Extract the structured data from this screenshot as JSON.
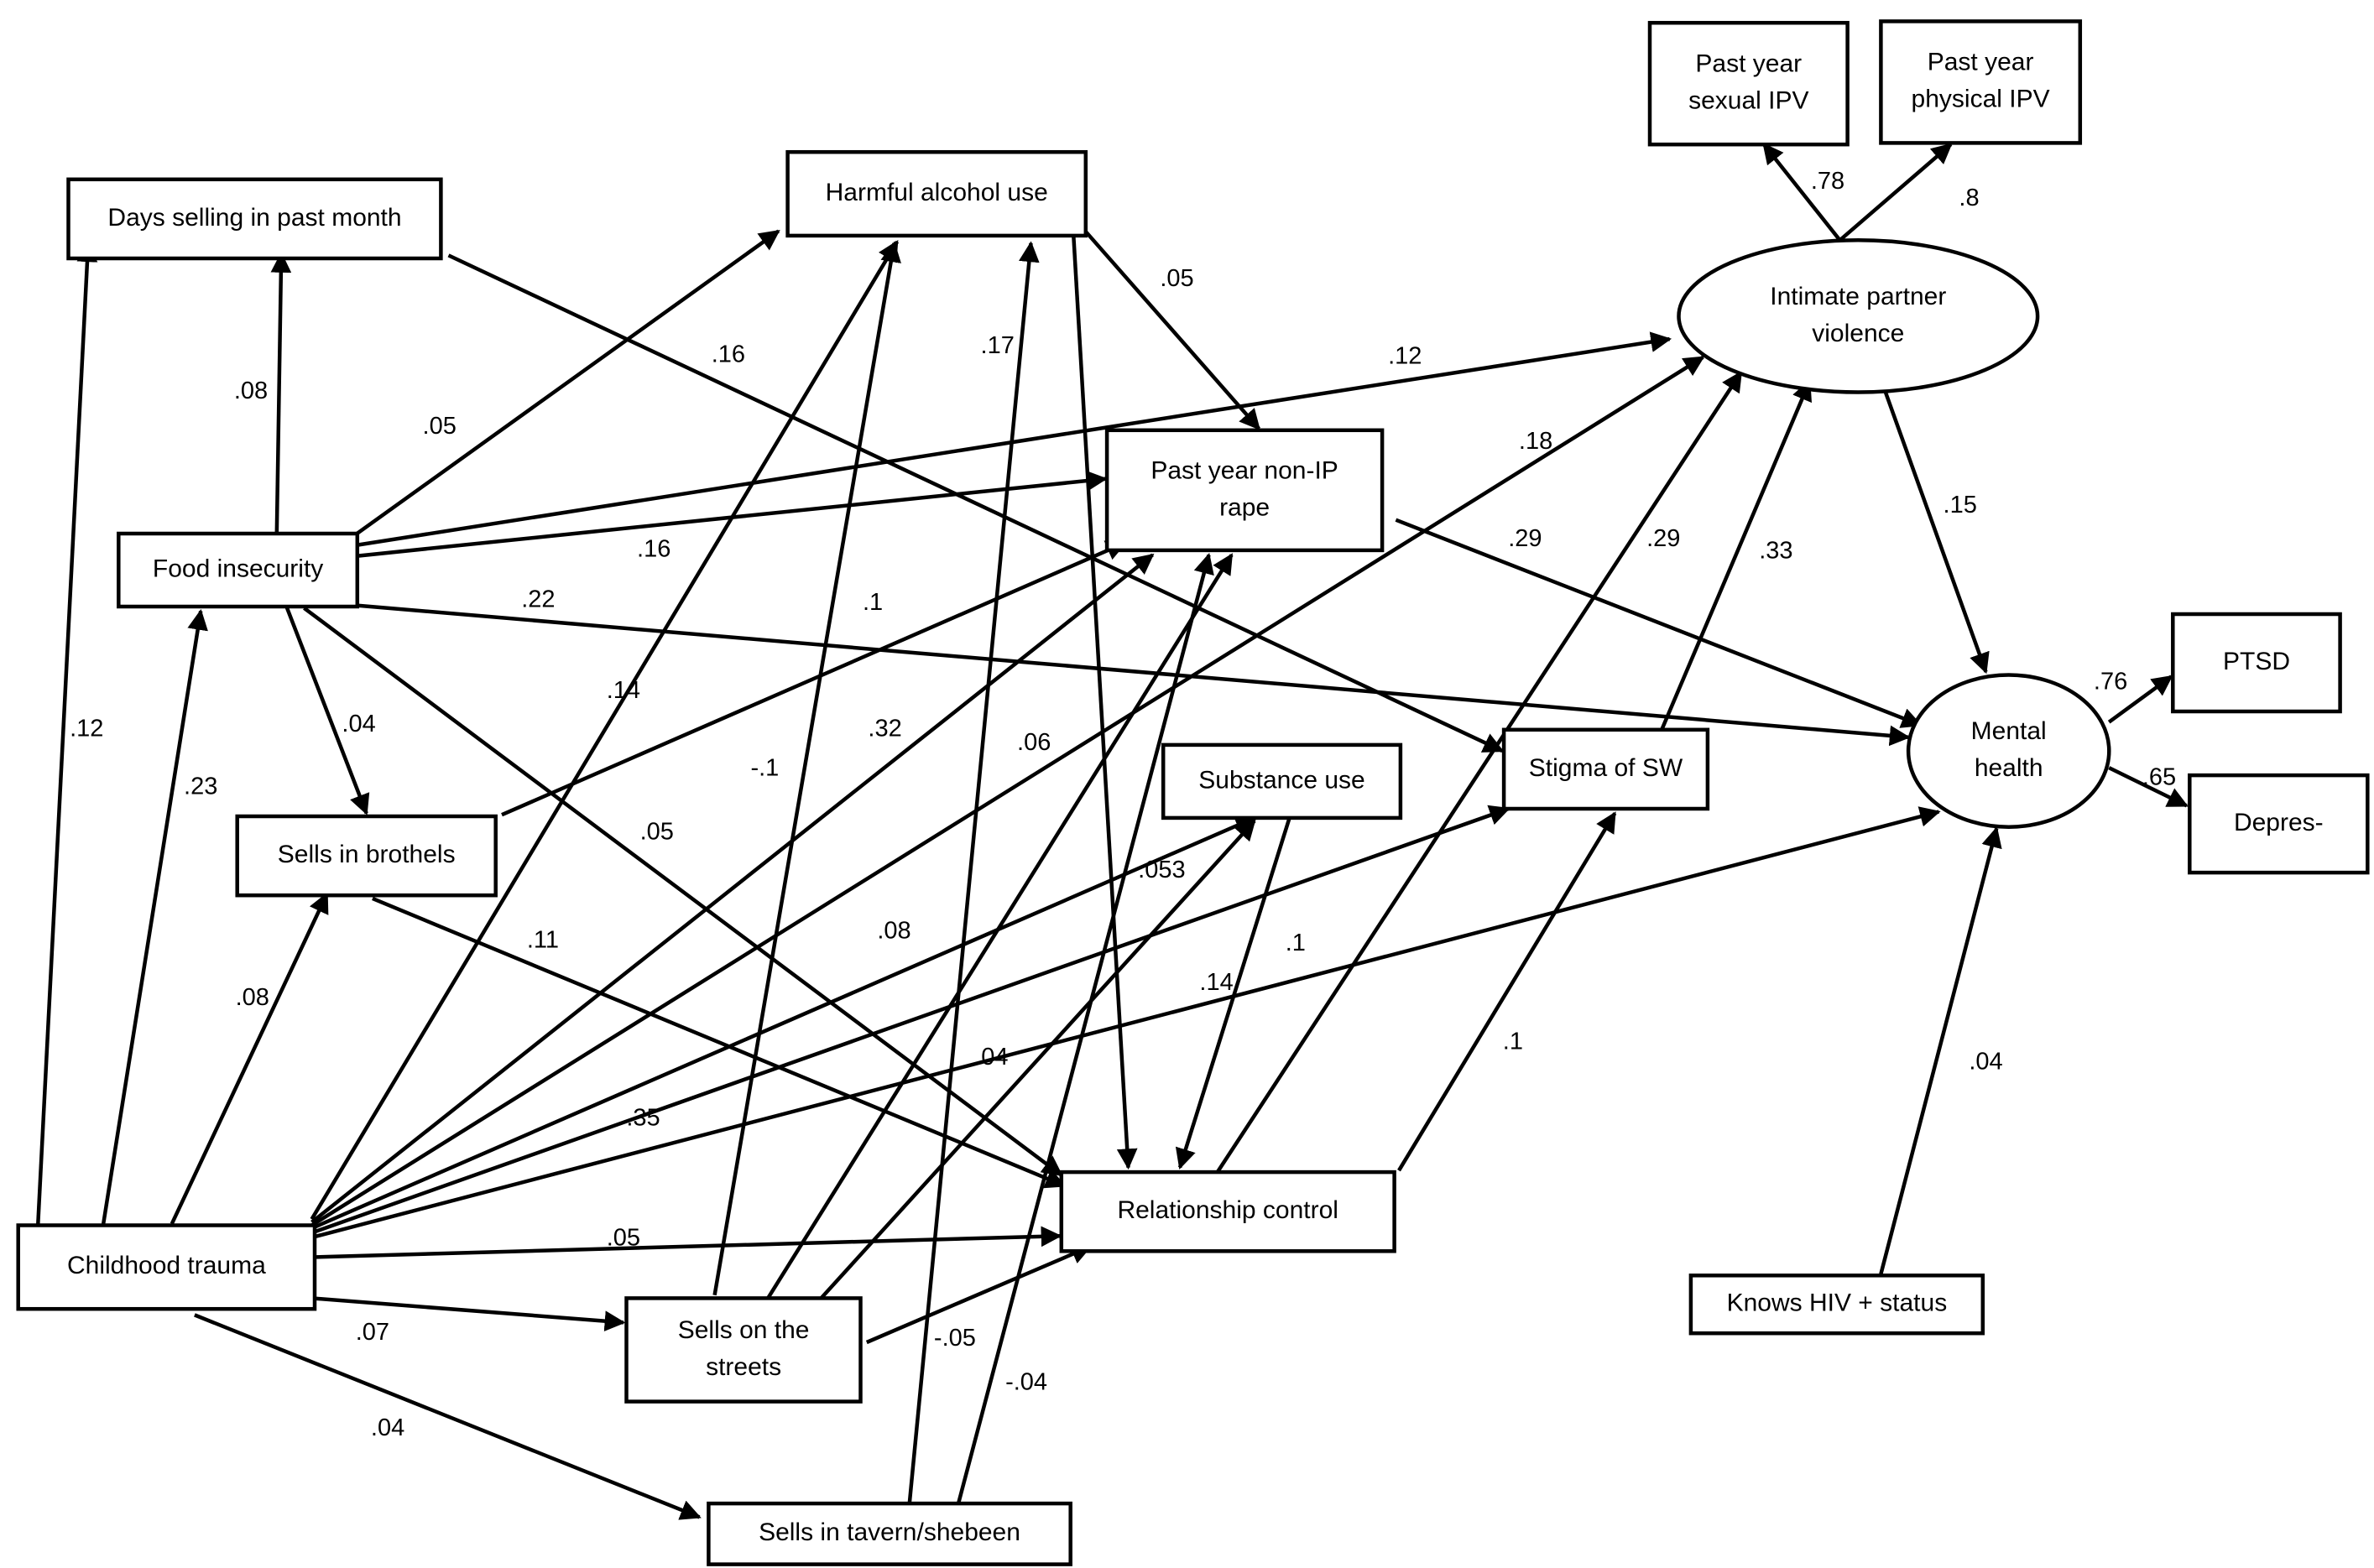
{
  "nodes": [
    {
      "id": "days",
      "shape": "box",
      "lines": [
        "Days selling in past month"
      ]
    },
    {
      "id": "alcohol",
      "shape": "box",
      "lines": [
        "Harmful alcohol use"
      ]
    },
    {
      "id": "sexual_ipv",
      "shape": "box",
      "lines": [
        "Past year",
        "sexual IPV"
      ]
    },
    {
      "id": "physical_ipv",
      "shape": "box",
      "lines": [
        "Past year",
        "physical IPV"
      ]
    },
    {
      "id": "ipv",
      "shape": "ellipse",
      "lines": [
        "Intimate partner",
        "violence"
      ]
    },
    {
      "id": "rape",
      "shape": "box",
      "lines": [
        "Past year non-IP",
        "rape"
      ]
    },
    {
      "id": "food",
      "shape": "box",
      "lines": [
        "Food insecurity"
      ]
    },
    {
      "id": "brothels",
      "shape": "box",
      "lines": [
        "Sells in brothels"
      ]
    },
    {
      "id": "substance",
      "shape": "box",
      "lines": [
        "Substance use"
      ]
    },
    {
      "id": "stigma",
      "shape": "box",
      "lines": [
        "Stigma of SW"
      ]
    },
    {
      "id": "mental",
      "shape": "ellipse",
      "lines": [
        "Mental",
        "health"
      ]
    },
    {
      "id": "ptsd",
      "shape": "box",
      "lines": [
        "PTSD"
      ]
    },
    {
      "id": "depres",
      "shape": "box",
      "lines": [
        "Depres-"
      ]
    },
    {
      "id": "control",
      "shape": "box",
      "lines": [
        "Relationship control"
      ]
    },
    {
      "id": "trauma",
      "shape": "box",
      "lines": [
        "Childhood trauma"
      ]
    },
    {
      "id": "streets",
      "shape": "box",
      "lines": [
        "Sells on the",
        "streets"
      ]
    },
    {
      "id": "tavern",
      "shape": "box",
      "lines": [
        "Sells in tavern/shebeen"
      ]
    },
    {
      "id": "hiv",
      "shape": "box",
      "lines": [
        "Knows HIV + status"
      ]
    }
  ],
  "edges": [
    {
      "from": "trauma",
      "to": "days",
      "label": ".12"
    },
    {
      "from": "trauma",
      "to": "food",
      "label": ".23"
    },
    {
      "from": "trauma",
      "to": "brothels",
      "label": ".08"
    },
    {
      "from": "trauma",
      "to": "alcohol",
      "label": ".14"
    },
    {
      "from": "trauma",
      "to": "rape",
      "label": ".32"
    },
    {
      "from": "trauma",
      "to": "ipv",
      "label": ".18"
    },
    {
      "from": "trauma",
      "to": "substance",
      "label": ".08"
    },
    {
      "from": "trauma",
      "to": "stigma",
      "label": ".14"
    },
    {
      "from": "trauma",
      "to": "mental",
      "label": ".35"
    },
    {
      "from": "trauma",
      "to": "control",
      "label": ".05"
    },
    {
      "from": "trauma",
      "to": "streets",
      "label": ".07"
    },
    {
      "from": "trauma",
      "to": "tavern",
      "label": ".04"
    },
    {
      "from": "food",
      "to": "days",
      "label": ".08"
    },
    {
      "from": "food",
      "to": "alcohol",
      "label": ".05"
    },
    {
      "from": "food",
      "to": "ipv",
      "label": ".12"
    },
    {
      "from": "food",
      "to": "rape",
      "label": ".16"
    },
    {
      "from": "food",
      "to": "mental",
      "label": ".22"
    },
    {
      "from": "food",
      "to": "brothels",
      "label": ".04"
    },
    {
      "from": "food",
      "to": "control",
      "label": ".05"
    },
    {
      "from": "days",
      "to": "stigma",
      "label": ".16"
    },
    {
      "from": "brothels",
      "to": "rape",
      "label": ".1"
    },
    {
      "from": "brothels",
      "to": "control",
      "label": ".11"
    },
    {
      "from": "alcohol",
      "to": "rape",
      "label": ".05"
    },
    {
      "from": "alcohol",
      "to": "control",
      "label": ".06"
    },
    {
      "from": "streets",
      "to": "alcohol",
      "label": "-.1"
    },
    {
      "from": "streets",
      "to": "rape",
      "label": ".053"
    },
    {
      "from": "streets",
      "to": "substance",
      "label": ".04"
    },
    {
      "from": "streets",
      "to": "control",
      "label": "-.05"
    },
    {
      "from": "tavern",
      "to": "alcohol",
      "label": ".17"
    },
    {
      "from": "tavern",
      "to": "rape",
      "label": "-.04"
    },
    {
      "from": "substance",
      "to": "control",
      "label": ".1"
    },
    {
      "from": "control",
      "to": "ipv",
      "label": ".29"
    },
    {
      "from": "control",
      "to": "stigma",
      "label": ".1"
    },
    {
      "from": "rape",
      "to": "mental",
      "label": ".29"
    },
    {
      "from": "stigma",
      "to": "ipv",
      "label": ".33"
    },
    {
      "from": "ipv",
      "to": "mental",
      "label": ".15"
    },
    {
      "from": "ipv",
      "to": "sexual_ipv",
      "label": ".78"
    },
    {
      "from": "ipv",
      "to": "physical_ipv",
      "label": ".8"
    },
    {
      "from": "mental",
      "to": "ptsd",
      "label": ".76"
    },
    {
      "from": "mental",
      "to": "depres",
      "label": ".65"
    },
    {
      "from": "hiv",
      "to": "mental",
      "label": ".04"
    }
  ]
}
